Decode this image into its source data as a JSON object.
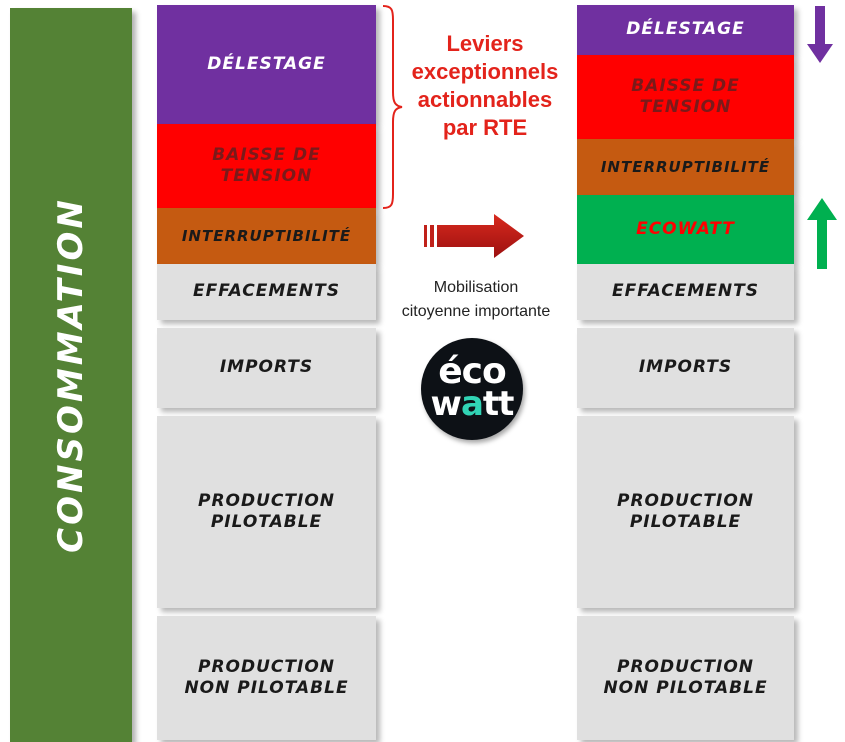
{
  "sidebar": {
    "label": "CONSOMMATION",
    "color": "#548235"
  },
  "left_column": {
    "delestage": "DÉLESTAGE",
    "baisse_line1": "BAISSE DE",
    "baisse_line2": "TENSION",
    "interruptibilite": "INTERRUPTIBILITÉ",
    "effacements": "EFFACEMENTS",
    "imports": "IMPORTS",
    "prod_pilot_line1": "PRODUCTION",
    "prod_pilot_line2": "PILOTABLE",
    "prod_nonpilot_line1": "PRODUCTION",
    "prod_nonpilot_line2": "NON PILOTABLE"
  },
  "right_column": {
    "delestage": "DÉLESTAGE",
    "baisse_line1": "BAISSE DE",
    "baisse_line2": "TENSION",
    "interruptibilite": "INTERRUPTIBILITÉ",
    "ecowatt": "ECOWATT",
    "effacements": "EFFACEMENTS",
    "imports": "IMPORTS",
    "prod_pilot_line1": "PRODUCTION",
    "prod_pilot_line2": "PILOTABLE",
    "prod_nonpilot_line1": "PRODUCTION",
    "prod_nonpilot_line2": "NON PILOTABLE"
  },
  "annotations": {
    "levers_line1": "Leviers",
    "levers_line2": "exceptionnels",
    "levers_line3": "actionnables",
    "levers_line4": "par RTE",
    "mobilisation_line1": "Mobilisation",
    "mobilisation_line2": "citoyenne importante"
  },
  "logo": {
    "line1": "éco",
    "line2_a": "w",
    "line2_b": "a",
    "line2_c": "tt"
  },
  "colors": {
    "delestage": "#7030a0",
    "baisse": "#ff0000",
    "interruptibilite": "#c55a11",
    "ecowatt": "#00b050",
    "grey": "#e0e0e0",
    "annotation_red": "#e3231b",
    "arrow_down": "#7030a0",
    "arrow_up": "#00b050",
    "logo_accent": "#31d4b5"
  },
  "icons": {
    "bracket": "right-curly-brace",
    "arrow_mid": "right-arrow",
    "arrow_down": "down-arrow",
    "arrow_up": "up-arrow",
    "logo": "ecowatt-logo"
  }
}
